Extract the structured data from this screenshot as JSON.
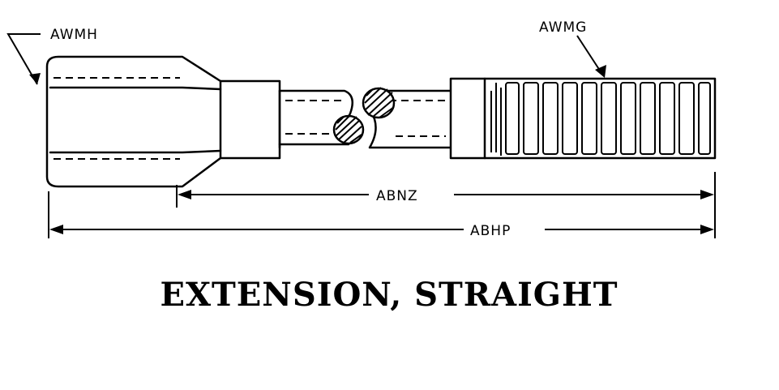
{
  "callouts": {
    "hex_end": "AWMH",
    "knurled_sleeve": "AWMG",
    "inner_length": "ABNZ",
    "overall_length": "ABHP"
  },
  "title": "EXTENSION, STRAIGHT"
}
